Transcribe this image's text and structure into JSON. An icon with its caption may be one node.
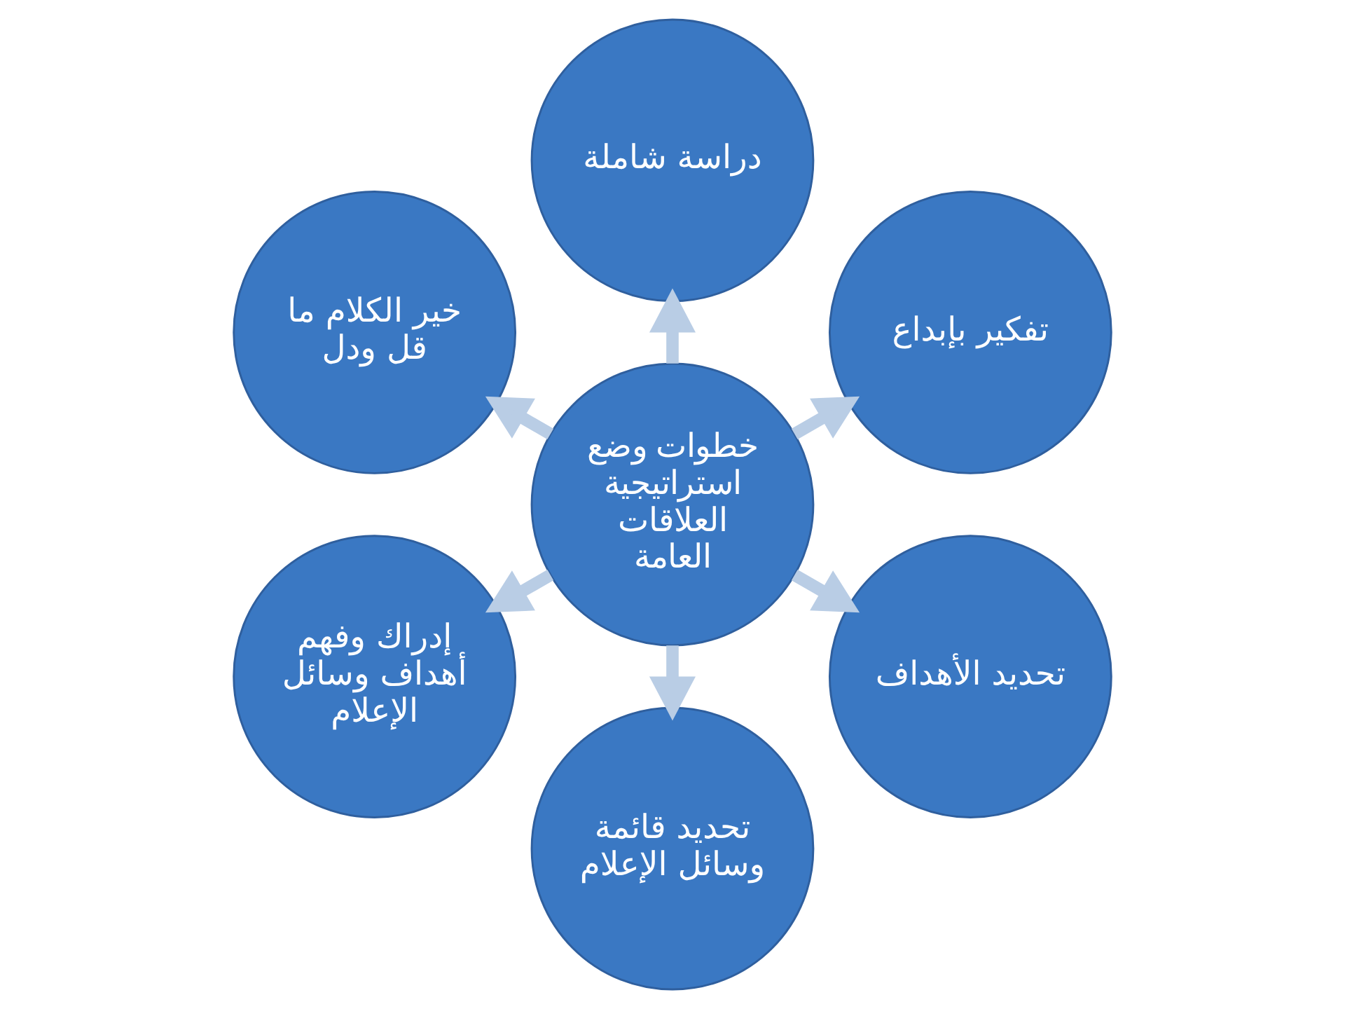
{
  "diagram": {
    "nodes": [
      {
        "text": [
          "خطوات وضع استراتيجية العلاقات العامة"
        ]
      },
      {
        "text": [
          "تفكير بإبداع"
        ]
      },
      {
        "text": [
          "دراسة شاملة"
        ]
      },
      {
        "text": [
          "خير الكلام ما قل ودل"
        ]
      },
      {
        "text": [
          "إدراك وفهم أهداف وسائل الإعلام"
        ]
      },
      {
        "text": [
          "تحديد قائمة وسائل الإعلام"
        ]
      },
      {
        "text": [
          "تحديد الأهداف"
        ]
      }
    ],
    "edges": [
      {
        "from": 0,
        "to": 1,
        "arrow": "to"
      },
      {
        "from": 0,
        "to": 2,
        "arrow": "to"
      },
      {
        "from": 0,
        "to": 3,
        "arrow": "to"
      },
      {
        "from": 0,
        "to": 4,
        "arrow": "to"
      },
      {
        "from": 0,
        "to": 5,
        "arrow": "to"
      },
      {
        "from": 0,
        "to": 6,
        "arrow": "to"
      }
    ]
  }
}
